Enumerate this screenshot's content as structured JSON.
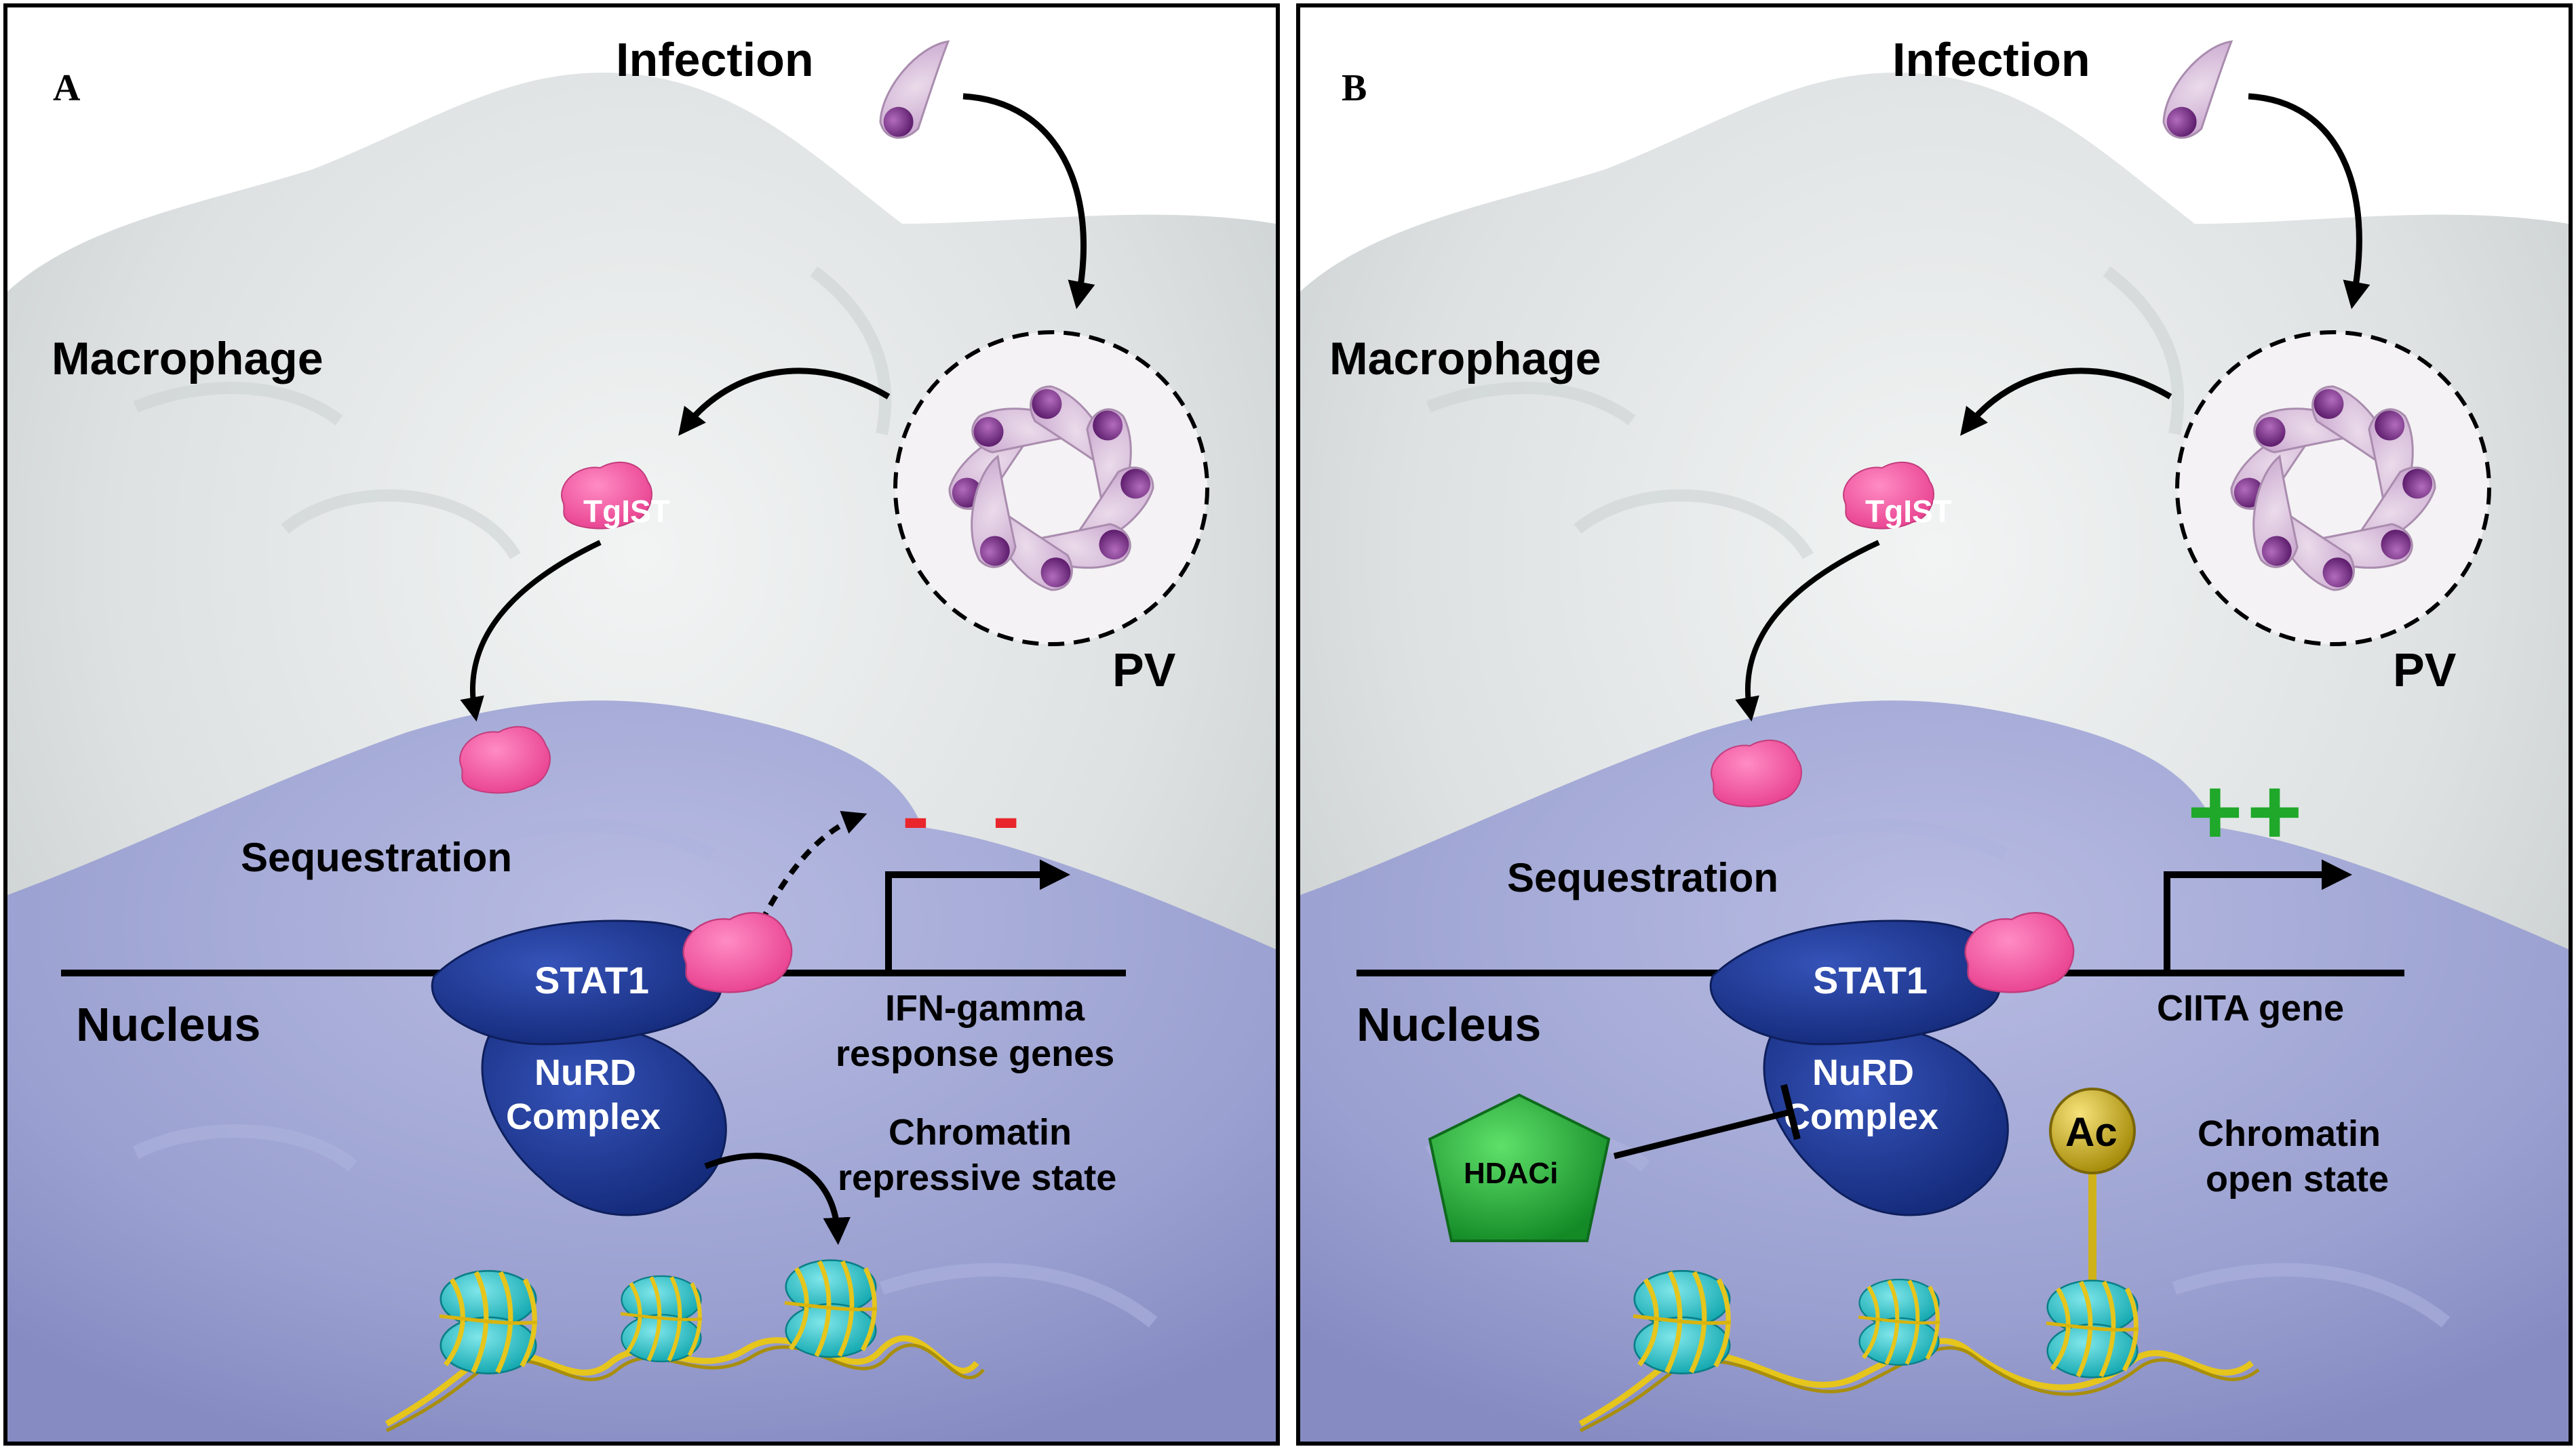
{
  "panels": [
    {
      "letter": "A",
      "infection": "Infection",
      "macrophage": "Macrophage",
      "pv": "PV",
      "tgist": "TgIST",
      "sequestration": "Sequestration",
      "nucleus": "Nucleus",
      "stat1": "STAT1",
      "nurd_line1": "NuRD",
      "nurd_line2": "Complex",
      "gene_line1": "IFN-gamma",
      "gene_line2": "response genes",
      "chromatin_line1": "Chromatin",
      "chromatin_line2": "repressive state",
      "expression_sign": "- -",
      "expression_color": "#e8262b"
    },
    {
      "letter": "B",
      "infection": "Infection",
      "macrophage": "Macrophage",
      "pv": "PV",
      "tgist": "TgIST",
      "sequestration": "Sequestration",
      "nucleus": "Nucleus",
      "stat1": "STAT1",
      "nurd_line1": "NuRD",
      "nurd_line2": "Complex",
      "gene_line1": "CIITA gene",
      "chromatin_line1": "Chromatin",
      "chromatin_line2": "open state",
      "hdaci": "HDACi",
      "ac": "Ac",
      "expression_sign": "++",
      "expression_color": "#1fa82a"
    }
  ],
  "colors": {
    "macrophage": "#dfe3e3",
    "nucleus": "#9ea3d1",
    "stat1": "#1f3a9a",
    "tgist": "#ff5fa8",
    "parasite": "#d9c2dc",
    "parasite_nucleus": "#8a3f95",
    "nucleosome": "#1fc2c8",
    "dna": "#e6c51c",
    "hdaci": "#1db33a",
    "acetyl": "#cfb21a"
  }
}
